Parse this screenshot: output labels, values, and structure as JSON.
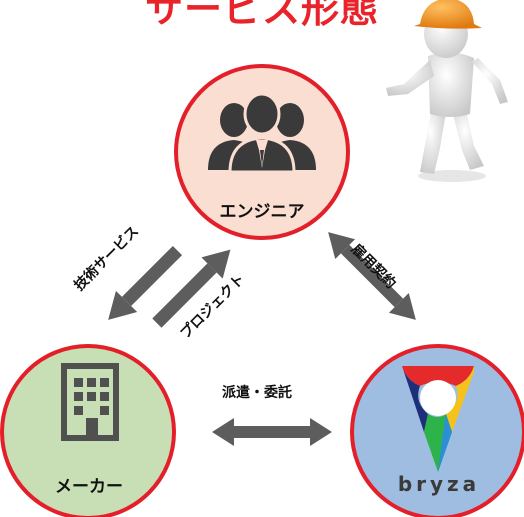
{
  "title": "サービス形態",
  "nodes": {
    "engineer": {
      "label": "エンジニア",
      "fill": "#f9ded1"
    },
    "maker": {
      "label": "メーカー",
      "fill": "#c8dfb5"
    },
    "bryza": {
      "label": "bryza",
      "fill": "#9fbde0"
    }
  },
  "edges": {
    "tech_service": "技術サービス",
    "project": "プロジェクト",
    "employment": "雇用契約",
    "dispatch": "派遣・委託"
  },
  "colors": {
    "title": "#e8232a",
    "circle_border": "#e3202a",
    "arrow": "#5d5d5d"
  }
}
